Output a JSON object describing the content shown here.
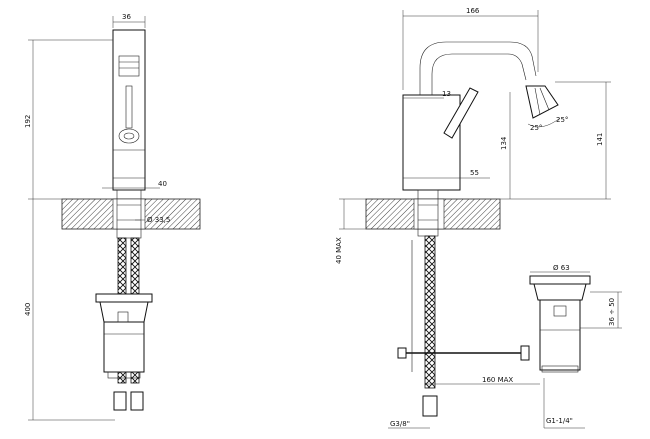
{
  "dimensions": {
    "top_width": "36",
    "total_height_left": "192",
    "below_counter_left": "400",
    "hole_width": "40",
    "hole_diameter": "Ø 33,5",
    "spout_reach": "166",
    "spout_offset": "13",
    "spout_height": "134",
    "lever_offset": "55",
    "outlet_height": "141",
    "angle_left": "25°",
    "angle_right": "25°",
    "counter_max": "40 MAX",
    "waste_diameter": "Ø 63",
    "pop_up_travel": "36 ÷ 50",
    "rod_length": "160 MAX",
    "inlet_thread": "G3/8\"",
    "waste_thread": "G1-1/4\""
  },
  "colors": {
    "line": "#111111",
    "hatch": "#444444",
    "background": "#ffffff"
  }
}
